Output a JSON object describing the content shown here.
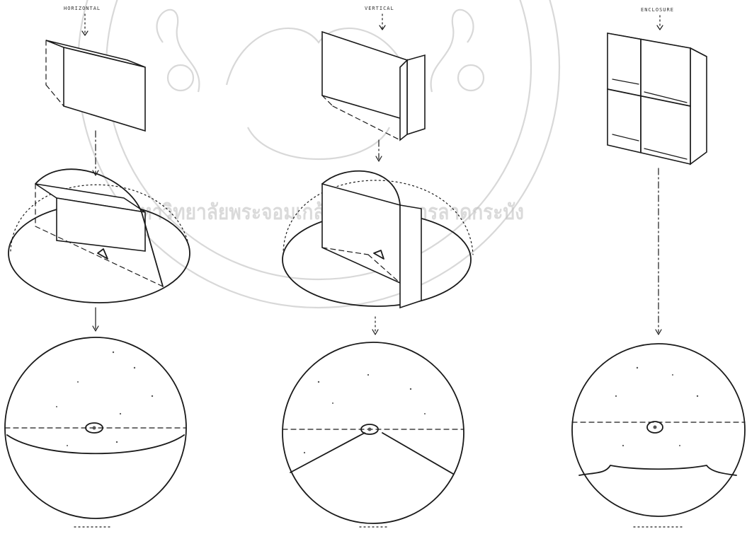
{
  "figure": {
    "columns": [
      {
        "id": "horizontal",
        "top_label": "HORIZONTAL",
        "bottom_label": ""
      },
      {
        "id": "vertical",
        "top_label": "VERTICAL",
        "bottom_label": ""
      },
      {
        "id": "enclosure",
        "top_label": "ENCLOSURE",
        "bottom_label": ""
      }
    ]
  },
  "watermark": {
    "university_seal_text": "มหาวิทยาลัยพระจอมเกล้าเจ้าคุณทหารลาดกระบัง"
  },
  "colors": {
    "ink": "#1a1a1a",
    "watermark": "#b8b8b8",
    "background": "#ffffff"
  }
}
